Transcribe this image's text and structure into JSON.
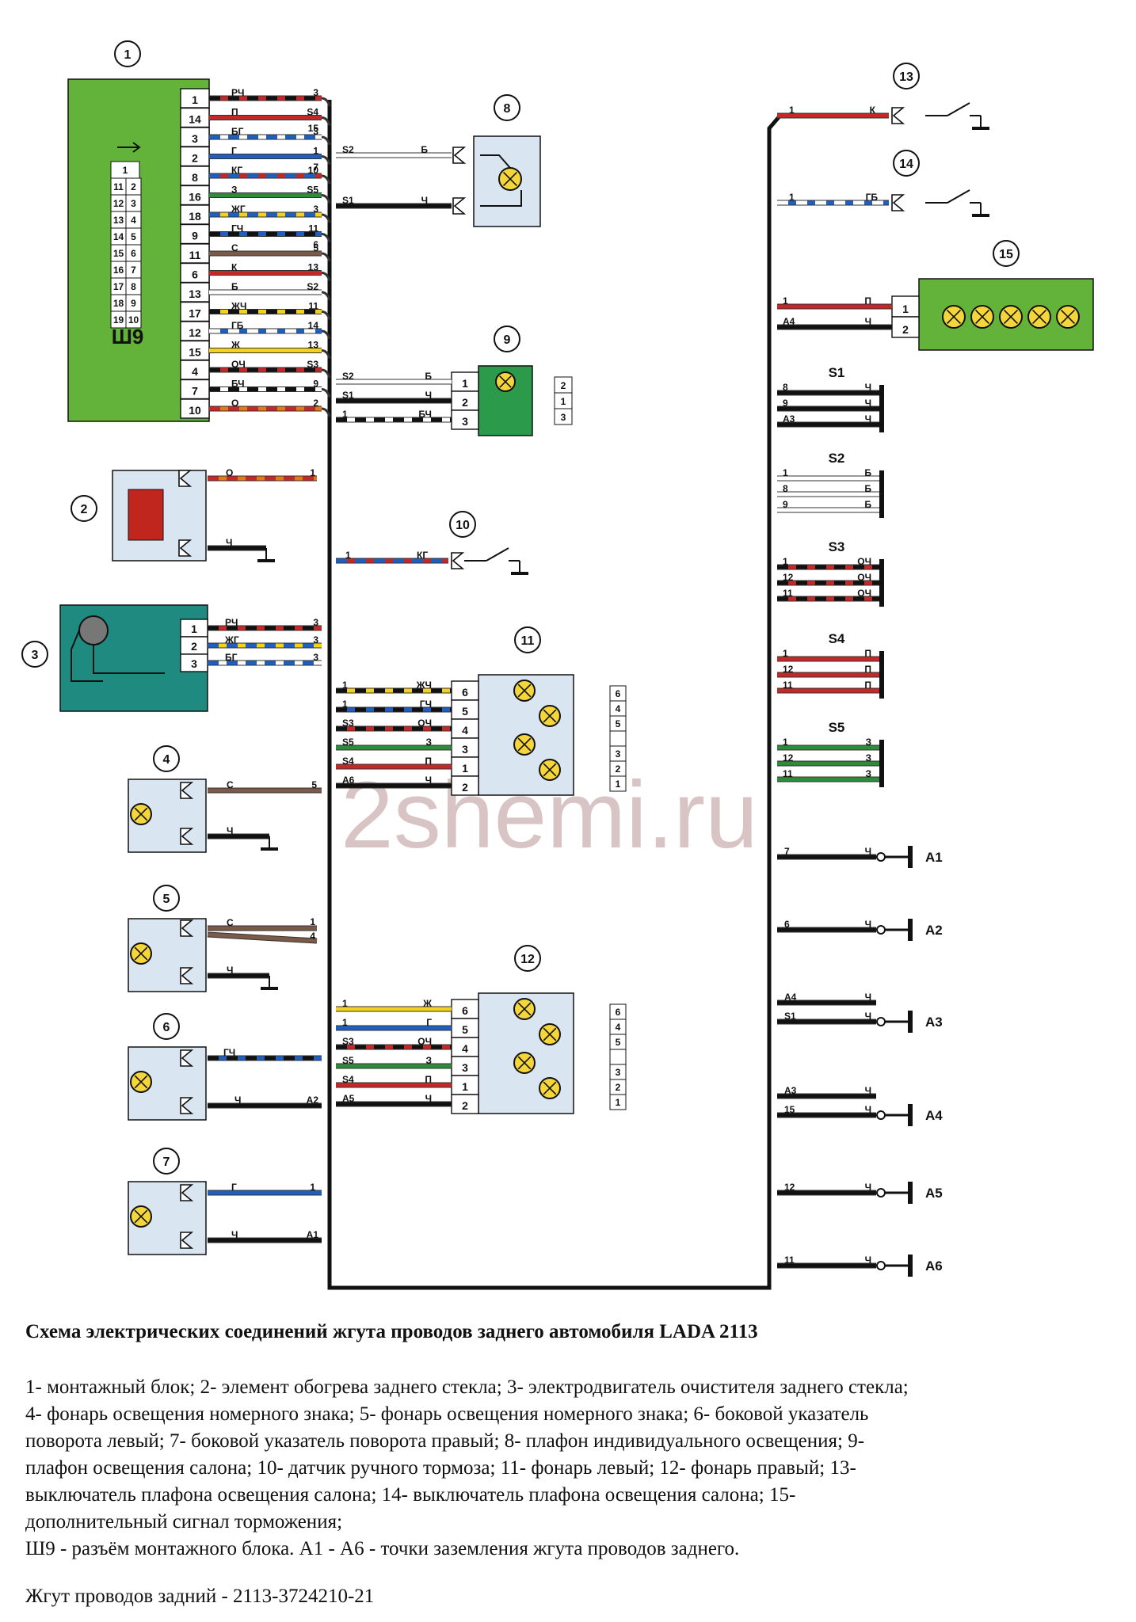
{
  "watermark": "2shemi.ru",
  "connectorLabel": "Ш9",
  "callouts": [
    "1",
    "2",
    "3",
    "4",
    "5",
    "6",
    "7",
    "8",
    "9",
    "10",
    "11",
    "12",
    "13",
    "14",
    "15"
  ],
  "block1": {
    "pins": [
      "1",
      "14",
      "3",
      "2",
      "8",
      "16",
      "18",
      "9",
      "11",
      "6",
      "13",
      "17",
      "12",
      "15",
      "4",
      "7",
      "10"
    ],
    "wireCodes": [
      "РЧ",
      "П",
      "БГ",
      "Г",
      "КГ",
      "З",
      "ЖГ",
      "ГЧ",
      "С",
      "К",
      "Б",
      "ЖЧ",
      "ГБ",
      "Ж",
      "ОЧ",
      "БЧ",
      "О"
    ],
    "ends": [
      "3",
      "S4",
      "3",
      "1",
      "10",
      "S5",
      "3",
      "11",
      "5",
      "13",
      "S2",
      "11",
      "14",
      "13",
      "S3",
      "9",
      "2"
    ],
    "extraEnds": [
      "15",
      "7",
      "6"
    ],
    "socketGrid": [
      [
        "1",
        ""
      ],
      [
        "11",
        "2"
      ],
      [
        "12",
        "3"
      ],
      [
        "13",
        "4"
      ],
      [
        "14",
        "5"
      ],
      [
        "15",
        "6"
      ],
      [
        "16",
        "7"
      ],
      [
        "17",
        "8"
      ],
      [
        "18",
        "9"
      ],
      [
        "19",
        "10"
      ]
    ]
  },
  "comp2": {
    "wire": "О",
    "end": "1",
    "ground": "Ч"
  },
  "comp3": {
    "pins": [
      "1",
      "2",
      "3"
    ],
    "wires": [
      "РЧ",
      "ЖГ",
      "БГ"
    ],
    "ends": [
      "3",
      "3",
      "3"
    ]
  },
  "comp4": {
    "wire": "С",
    "end": "5",
    "ground": "Ч"
  },
  "comp5": {
    "wire": "С",
    "ends": [
      "1",
      "4"
    ],
    "ground": "Ч"
  },
  "comp6": {
    "wires": [
      "ГЧ",
      "Ч"
    ],
    "ends": [
      "",
      "A2"
    ]
  },
  "comp7": {
    "wires": [
      "Г",
      "Ч"
    ],
    "ends": [
      "1",
      "A1"
    ]
  },
  "comp8": {
    "wires": [
      "Б",
      "Ч"
    ],
    "ends": [
      "S2",
      "S1"
    ]
  },
  "comp9": {
    "pins": [
      "1",
      "2",
      "3"
    ],
    "wires": [
      "Б",
      "Ч",
      "БЧ"
    ],
    "ends": [
      "S2",
      "S1",
      "1"
    ],
    "socket": [
      "2",
      "1",
      "3"
    ]
  },
  "comp10": {
    "wire": "КГ",
    "end": "1"
  },
  "comp11": {
    "pins": [
      "6",
      "5",
      "4",
      "3",
      "1",
      "2"
    ],
    "wires": [
      "ЖЧ",
      "ГЧ",
      "ОЧ",
      "З",
      "П",
      "Ч"
    ],
    "ends": [
      "1",
      "1",
      "S3",
      "S5",
      "S4",
      "A6"
    ],
    "socket": [
      "6",
      "4",
      "5",
      "",
      "3",
      "2",
      "1"
    ]
  },
  "comp12": {
    "pins": [
      "6",
      "5",
      "4",
      "3",
      "1",
      "2"
    ],
    "wires": [
      "Ж",
      "Г",
      "ОЧ",
      "З",
      "П",
      "Ч"
    ],
    "ends": [
      "1",
      "1",
      "S3",
      "S5",
      "S4",
      "A5"
    ],
    "socket": [
      "6",
      "4",
      "5",
      "",
      "3",
      "2",
      "1"
    ]
  },
  "comp13": {
    "wire": "К",
    "end": "1"
  },
  "comp14": {
    "wire": "ГБ",
    "end": "1"
  },
  "comp15": {
    "pins": [
      "1",
      "2"
    ],
    "wires": [
      "П",
      "Ч"
    ],
    "ends": [
      "1",
      "A4"
    ]
  },
  "splices": [
    {
      "name": "S1",
      "wire": "Ч",
      "ends": [
        "8",
        "9",
        "A3"
      ]
    },
    {
      "name": "S2",
      "wire": "Б",
      "ends": [
        "1",
        "8",
        "9"
      ]
    },
    {
      "name": "S3",
      "wire": "ОЧ",
      "ends": [
        "1",
        "12",
        "11"
      ]
    },
    {
      "name": "S4",
      "wire": "П",
      "ends": [
        "1",
        "12",
        "11"
      ]
    },
    {
      "name": "S5",
      "wire": "З",
      "ends": [
        "1",
        "12",
        "11"
      ]
    }
  ],
  "grounds": [
    {
      "name": "A1",
      "wire": "Ч",
      "ends": [
        "7"
      ]
    },
    {
      "name": "A2",
      "wire": "Ч",
      "ends": [
        "6"
      ]
    },
    {
      "name": "A3",
      "wire": "Ч",
      "ends": [
        "A4",
        "S1"
      ]
    },
    {
      "name": "A4",
      "wire": "Ч",
      "ends": [
        "A3",
        "15"
      ]
    },
    {
      "name": "A5",
      "wire": "Ч",
      "ends": [
        "12"
      ]
    },
    {
      "name": "A6",
      "wire": "Ч",
      "ends": [
        "11"
      ]
    }
  ],
  "title": "Схема электрических соединений жгута проводов заднего автомобиля LADA 2113",
  "legend": [
    "1- монтажный блок; 2- элемент обогрева заднего стекла; 3- электродвигатель очистителя заднего стекла;",
    "4- фонарь освещения номерного знака; 5- фонарь освещения номерного знака; 6- боковой указатель",
    "поворота левый; 7- боковой указатель поворота правый; 8- плафон индивидуального освещения; 9-",
    "плафон освещения салона; 10- датчик ручного тормоза; 11- фонарь левый; 12- фонарь правый; 13-",
    "выключатель плафона освещения салона; 14- выключатель плафона освещения салона; 15-",
    "дополнительный сигнал торможения;",
    "Ш9 - разъём монтажного блока. А1 - А6 - точки заземления жгута проводов заднего."
  ],
  "harness": "Жгут проводов задний - 2113-3724210-21",
  "colors": {
    "red": "#c62828",
    "black": "#111111",
    "white": "#ffffff",
    "blue": "#1f5fbf",
    "green": "#2e8b3a",
    "yellow": "#f2d21a",
    "brown": "#7b5a48",
    "orange": "#e07b1a",
    "lightBlueBox": "#d9e6f2",
    "greenBlock": "#63b33a",
    "teal": "#1f8a80",
    "lamp": "#f5d63a"
  }
}
